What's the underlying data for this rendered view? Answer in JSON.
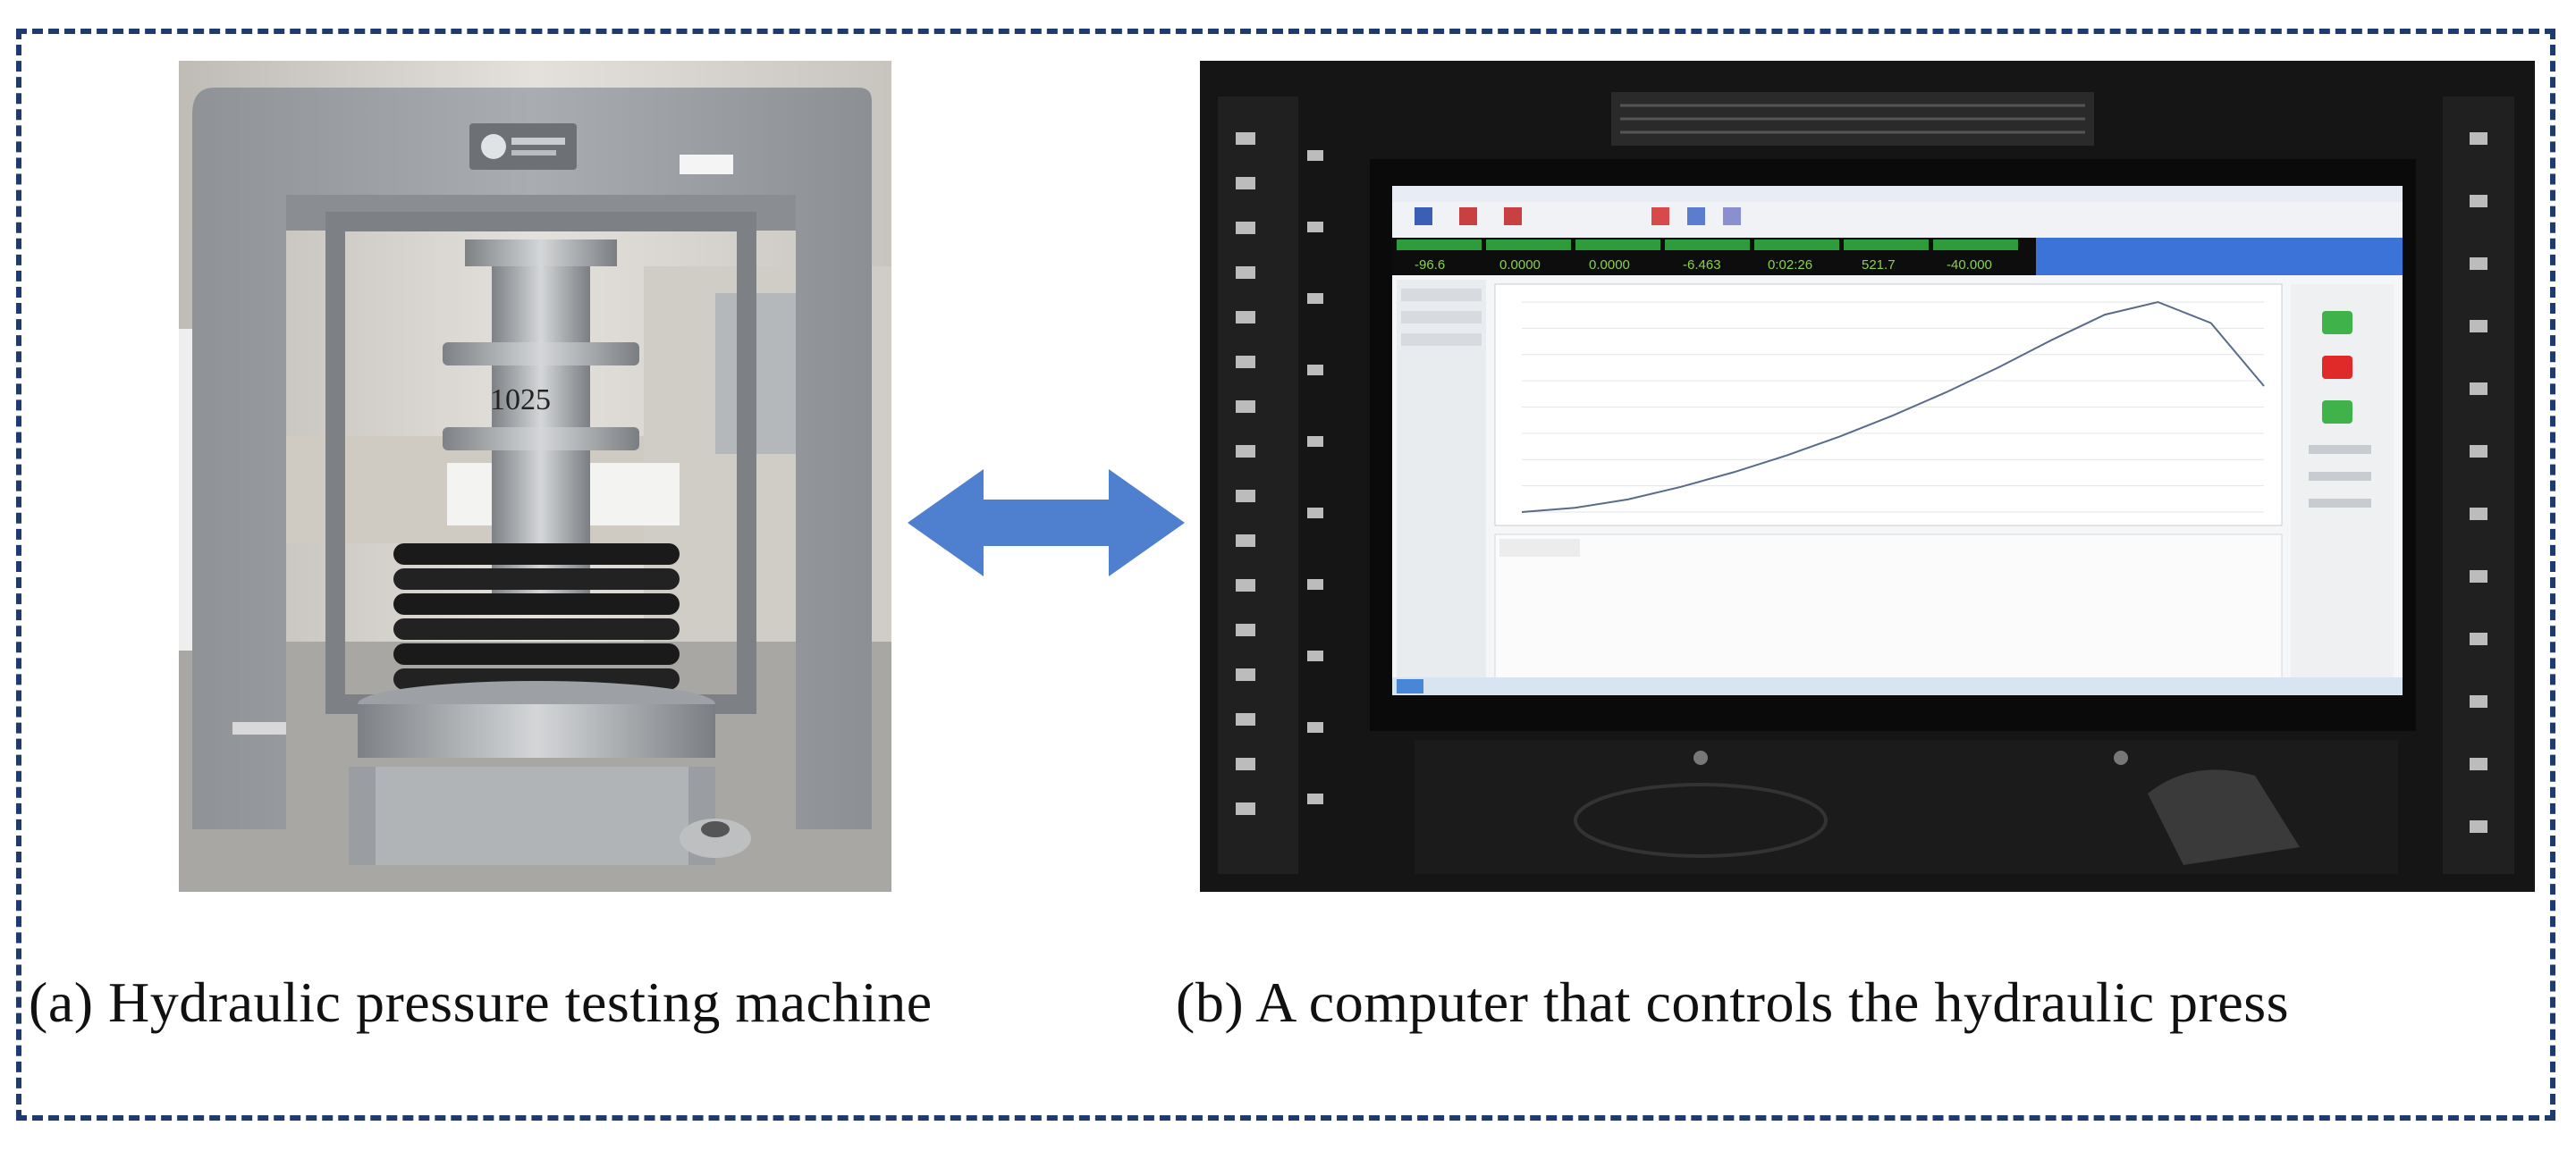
{
  "figure": {
    "caption_a": "(a) Hydraulic pressure testing machine",
    "caption_b": "(b) A computer that controls the hydraulic press",
    "specimen_label": "1025",
    "colors": {
      "border": "#1f3a6e",
      "arrow": "#4f7fcf",
      "machine_gray": "#9ea2a6",
      "rack_black": "#151515",
      "screen_header_blue": "#3b73d8",
      "readout_green": "#8ad24a"
    }
  },
  "software": {
    "readouts": [
      "-96.6",
      "0.0000",
      "0.0000",
      "-6.463",
      "0:02:26",
      "521.7",
      "-40.000"
    ]
  },
  "chart_data": {
    "type": "line",
    "x": [
      0,
      1,
      2,
      3,
      4,
      5,
      6,
      7,
      8,
      9,
      10,
      11,
      12,
      13,
      14
    ],
    "values": [
      0.0,
      0.02,
      0.06,
      0.12,
      0.19,
      0.27,
      0.36,
      0.46,
      0.57,
      0.69,
      0.82,
      0.94,
      1.0,
      0.9,
      0.6
    ],
    "grid": true
  }
}
